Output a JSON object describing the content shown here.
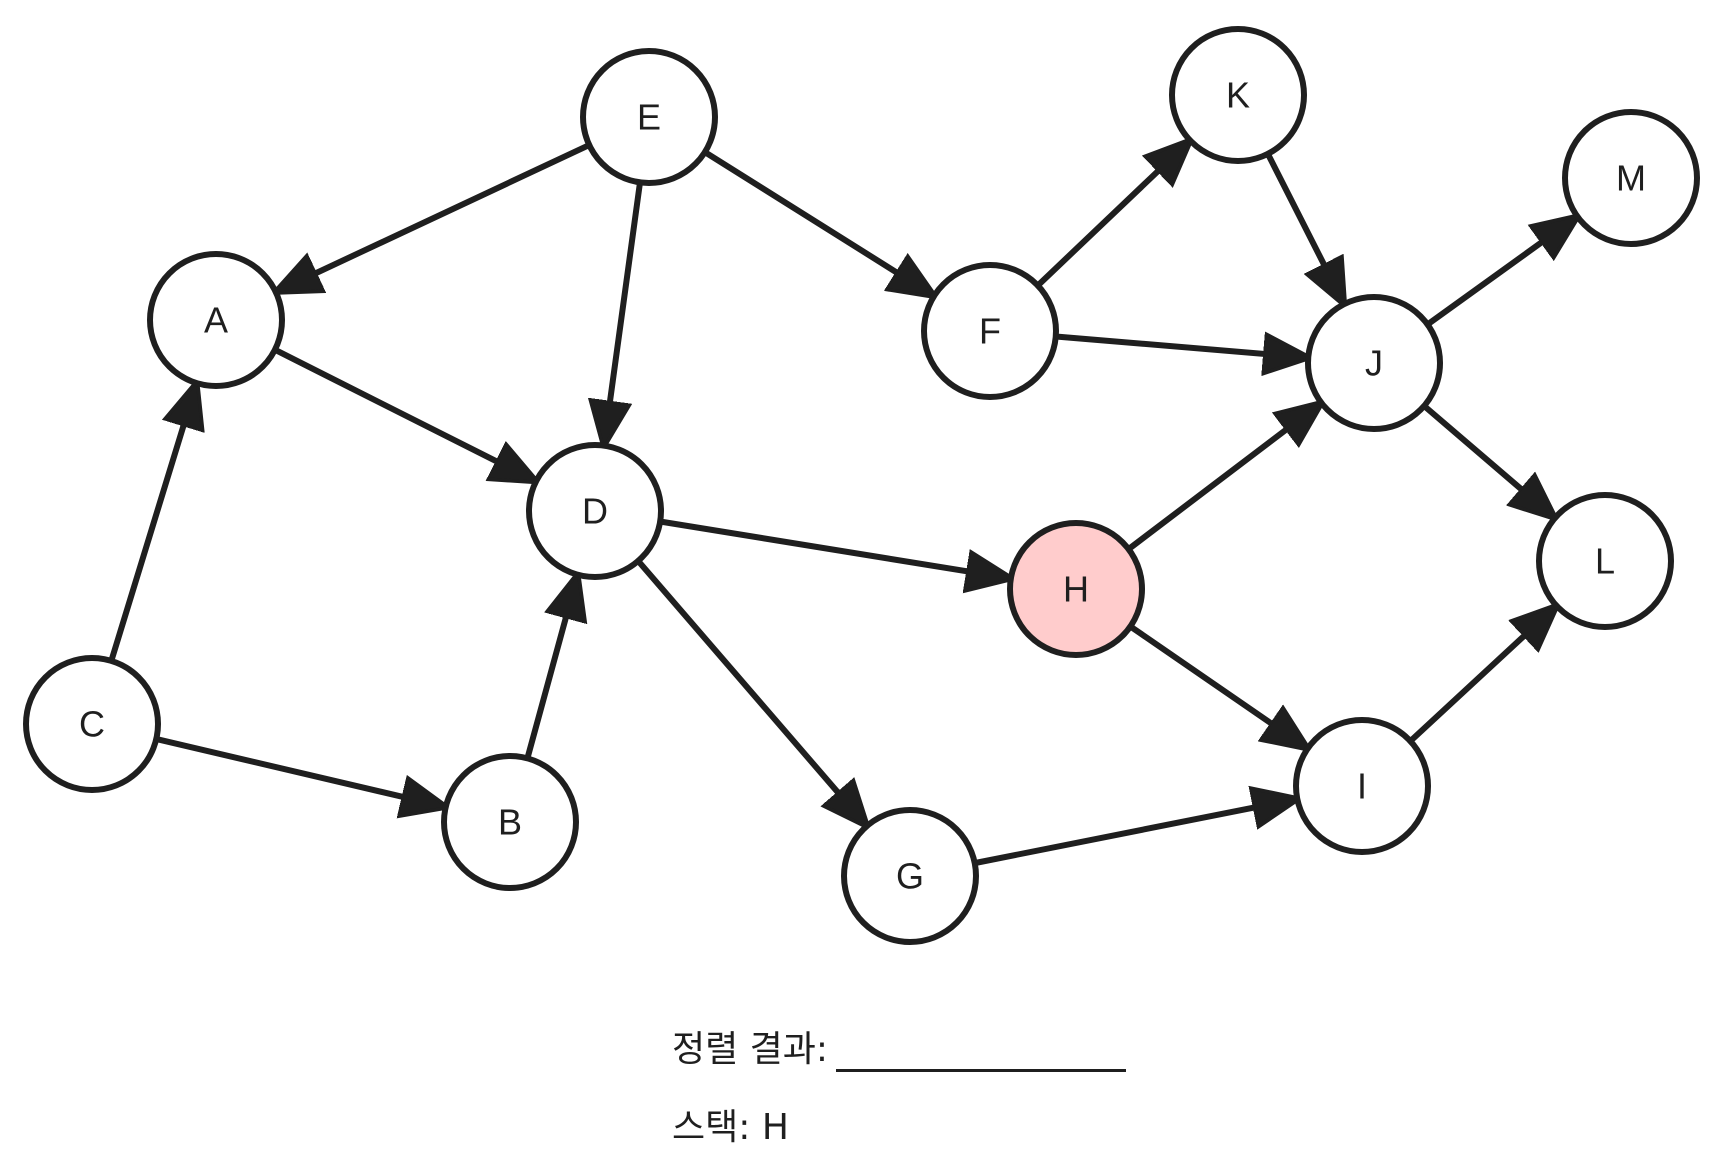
{
  "graph": {
    "nodes": [
      {
        "id": "E",
        "label": "E"
      },
      {
        "id": "K",
        "label": "K"
      },
      {
        "id": "M",
        "label": "M"
      },
      {
        "id": "A",
        "label": "A"
      },
      {
        "id": "F",
        "label": "F"
      },
      {
        "id": "J",
        "label": "J"
      },
      {
        "id": "D",
        "label": "D"
      },
      {
        "id": "H",
        "label": "H",
        "highlighted": true
      },
      {
        "id": "L",
        "label": "L"
      },
      {
        "id": "C",
        "label": "C"
      },
      {
        "id": "B",
        "label": "B"
      },
      {
        "id": "I",
        "label": "I"
      },
      {
        "id": "G",
        "label": "G"
      }
    ],
    "edges": [
      {
        "from": "E",
        "to": "A"
      },
      {
        "from": "E",
        "to": "D"
      },
      {
        "from": "E",
        "to": "F"
      },
      {
        "from": "F",
        "to": "K"
      },
      {
        "from": "F",
        "to": "J"
      },
      {
        "from": "K",
        "to": "J"
      },
      {
        "from": "J",
        "to": "M"
      },
      {
        "from": "J",
        "to": "L"
      },
      {
        "from": "A",
        "to": "D"
      },
      {
        "from": "C",
        "to": "A"
      },
      {
        "from": "C",
        "to": "B"
      },
      {
        "from": "B",
        "to": "D"
      },
      {
        "from": "D",
        "to": "H"
      },
      {
        "from": "D",
        "to": "G"
      },
      {
        "from": "H",
        "to": "J"
      },
      {
        "from": "H",
        "to": "I"
      },
      {
        "from": "G",
        "to": "I"
      },
      {
        "from": "I",
        "to": "L"
      }
    ]
  },
  "colors": {
    "stroke": "#1f1f1f",
    "node_fill": "#ffffff",
    "highlight_fill": "#ffcccc"
  },
  "legend": {
    "result_label": "정렬 결과:",
    "result_value": "",
    "stack_label": "스택:",
    "stack_value": "H"
  }
}
